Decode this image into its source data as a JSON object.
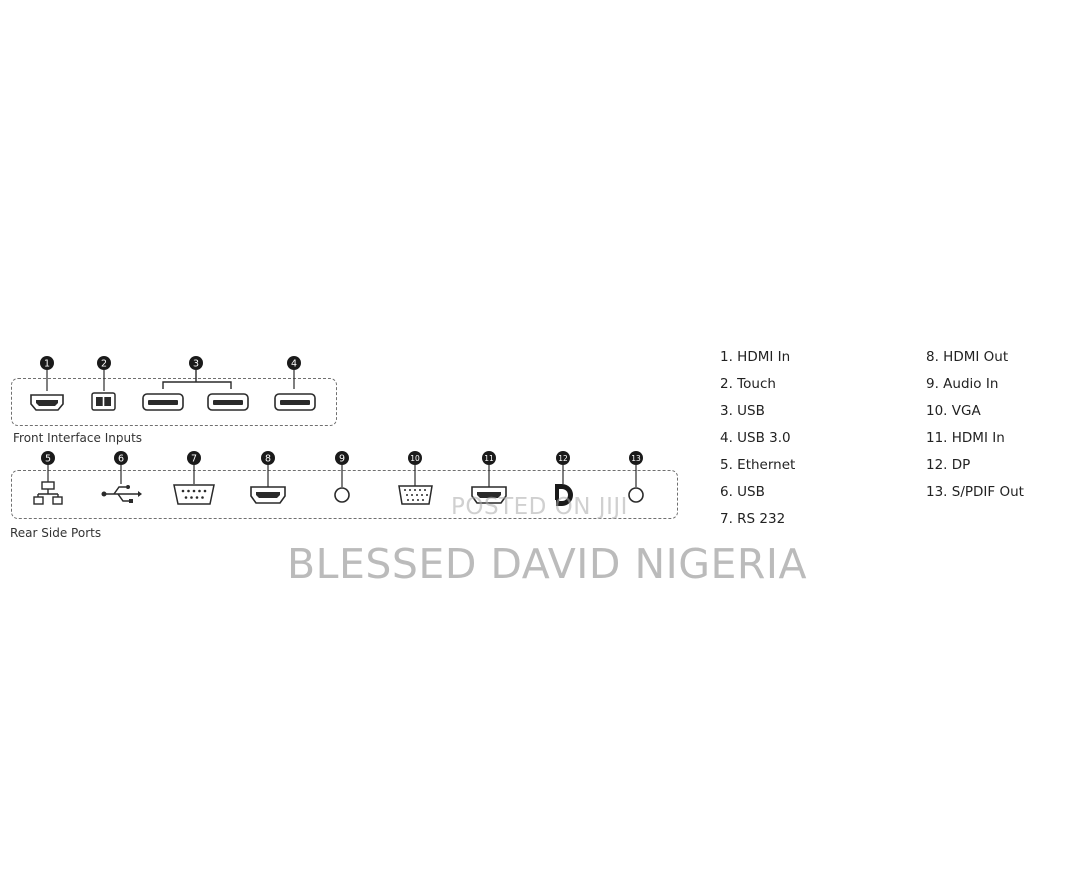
{
  "front_section": {
    "label": "Front Interface Inputs",
    "markers": [
      "1",
      "2",
      "3",
      "4"
    ]
  },
  "rear_section": {
    "label": "Rear Side Ports",
    "markers": [
      "5",
      "6",
      "7",
      "8",
      "9",
      "10",
      "11",
      "12",
      "13"
    ]
  },
  "ports_icons": {
    "front": [
      "hdmi-port-icon",
      "touch-usb-b-icon",
      "usb-port-icon",
      "usb-port-icon",
      "usb3-port-icon"
    ],
    "rear": [
      "ethernet-icon",
      "usb-symbol-icon",
      "rs232-db9-icon",
      "hdmi-port-icon",
      "audio-jack-icon",
      "vga-port-icon",
      "hdmi-port-icon",
      "displayport-logo-icon",
      "spdif-jack-icon"
    ]
  },
  "legend": {
    "left": [
      "1. HDMI In",
      "2. Touch",
      "3. USB",
      "4. USB 3.0",
      "5. Ethernet",
      "6. USB",
      "7. RS 232"
    ],
    "right": [
      "8. HDMI Out",
      "9. Audio In",
      "10. VGA",
      "11. HDMI In",
      "12. DP",
      "13. S/PDIF Out"
    ]
  },
  "watermark": {
    "small": "POSTED ON JIJI",
    "large": "BLESSED DAVID NIGERIA"
  },
  "colors": {
    "icon_stroke": "#2a2a2a",
    "marker_fill": "#1a1a1a",
    "dashed_border": "#707070"
  }
}
